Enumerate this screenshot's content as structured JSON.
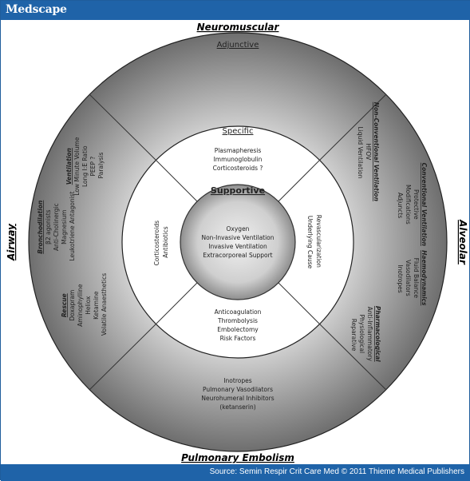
{
  "header": {
    "logo": "Medscape"
  },
  "footer": {
    "source": "Source: Semin Respir Crit Care Med © 2011 Thieme Medical Publishers"
  },
  "outer_labels": {
    "top": "Neuromuscular",
    "bottom": "Pulmonary Embolism",
    "left": "Airway",
    "right": "Alveolar"
  },
  "outer_ring": {
    "label": "Adjunctive",
    "right": {
      "title": "Non-Conventional Ventilation",
      "lines": [
        "HFOV",
        "Liquid Ventilation"
      ]
    },
    "right2": [
      {
        "title": "Conventional Ventilation",
        "lines": [
          "Protective",
          "Modifications",
          "Adjuncts"
        ]
      },
      {
        "title": "Haemodynamics",
        "lines": [
          "Fluid Balance",
          "Vasodilators",
          "Inotropes"
        ]
      },
      {
        "title": "Pharmacological",
        "lines": [
          "Anti-Inflammatory",
          "Physiological",
          "Reparative"
        ]
      }
    ],
    "left": [
      {
        "title": "Ventilation",
        "lines": [
          "Low Minute Volume",
          "Long I:E Ratio",
          "PEEP ?",
          "Paralysis"
        ]
      },
      {
        "title": "Bronchodilation",
        "lines": [
          "β2 agonists",
          "Anti-Cholinergic",
          "Magnesium",
          "Leukotriene Antagonist"
        ]
      },
      {
        "title": "Rescue",
        "lines": [
          "Doxapram",
          "Aminophylline",
          "Heliox",
          "Ketamine",
          "Volatile Anaesthetics"
        ]
      }
    ],
    "bottom": [
      "Inotropes",
      "Pulmonary Vasodilators",
      "Neurohumeral Inhibitors",
      "(ketanserin)"
    ]
  },
  "middle_ring": {
    "label": "Specific",
    "top": [
      "Plasmapheresis",
      "Immunoglobulin",
      "Corticosteroids ?"
    ],
    "left": [
      "Corticosteroids",
      "Antibiotics"
    ],
    "right": [
      "Revascularization",
      "Underlying Cause"
    ],
    "bottom": [
      "Anticoagulation",
      "Thrombolysis",
      "Embolectomy",
      "Risk Factors"
    ]
  },
  "core": {
    "label": "Supportive",
    "lines": [
      "Oxygen",
      "Non-Invasive Ventilation",
      "Invasive Ventilation",
      "Extracorporeal Support"
    ]
  },
  "colors": {
    "bar": "#1f63a8",
    "outer_ring_center": "#d9d9d9",
    "outer_ring_edge": "#6b6b6b",
    "core_center": "#e2e2e2",
    "core_edge": "#8a8a8a"
  }
}
